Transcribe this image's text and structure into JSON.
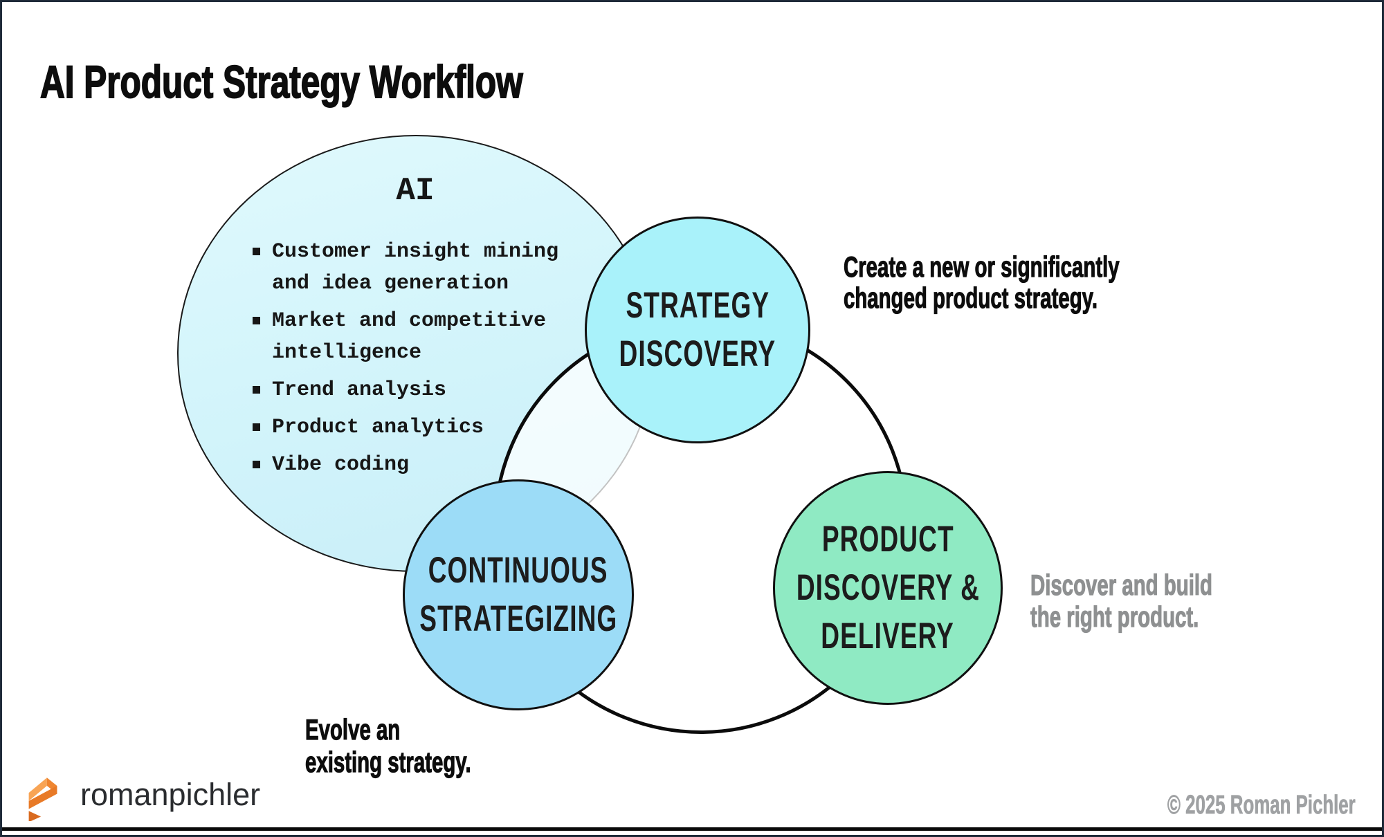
{
  "title": "AI Product Strategy Workflow",
  "ai": {
    "title": "AI",
    "bullets": [
      "Customer insight mining and idea generation",
      "Market and competitive intelligence",
      "Trend analysis",
      "Product analytics",
      "Vibe coding"
    ]
  },
  "circles": {
    "strategy_discovery": {
      "lines": [
        "STRATEGY",
        "DISCOVERY"
      ],
      "fill": "#a9f2fa"
    },
    "continuous_strategizing": {
      "lines": [
        "CONTINUOUS",
        "STRATEGIZING"
      ],
      "fill": "#9cdcf7"
    },
    "product_discovery_delivery": {
      "lines": [
        "PRODUCT",
        "DISCOVERY &",
        "DELIVERY"
      ],
      "fill": "#8feac3"
    }
  },
  "annotations": {
    "strategy_discovery": {
      "lines": [
        "Create a new or significantly",
        "changed product strategy."
      ],
      "color": "#0d0d0d"
    },
    "continuous_strategizing": {
      "lines": [
        "Evolve an",
        "existing strategy."
      ],
      "color": "#0d0d0d"
    },
    "product_discovery_delivery": {
      "lines": [
        "Discover and build",
        "the right product."
      ],
      "color": "#8e9091"
    }
  },
  "footer": {
    "brand": "romanpichler",
    "copyright": "© 2025 Roman Pichler"
  },
  "colors": {
    "ai_fill_top": "#e0f9fd",
    "ai_fill_bottom": "#c8eef8",
    "outline": "#101010",
    "ring_stroke": "#0b0b0b",
    "logo_orange": "#ee7f2d",
    "note_gray": "#8e9091",
    "copyright_gray": "#9fa1a3"
  }
}
